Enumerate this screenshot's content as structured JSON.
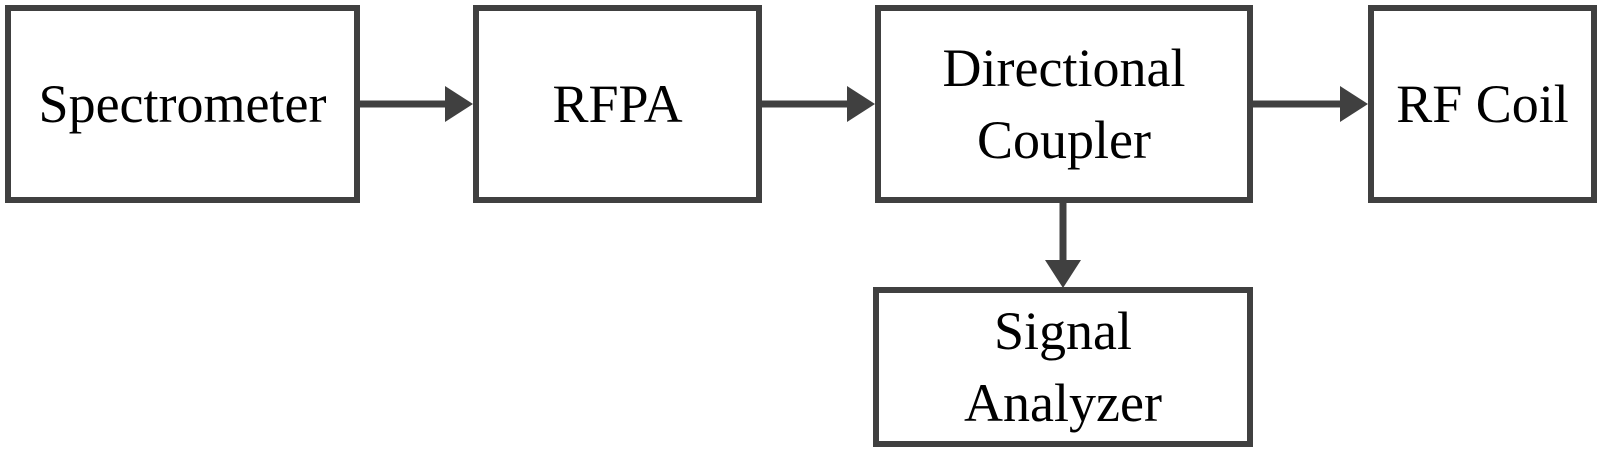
{
  "diagram": {
    "type": "block-diagram",
    "background_color": "#ffffff",
    "line_color": "#404040",
    "text_color": "#000000",
    "nodes": [
      {
        "id": "spectrometer",
        "label": "Spectrometer",
        "lines": [
          "Spectrometer"
        ]
      },
      {
        "id": "rfpa",
        "label": "RFPA",
        "lines": [
          "RFPA"
        ]
      },
      {
        "id": "directional-coupler",
        "label": "Directional Coupler",
        "lines": [
          "Directional",
          "Coupler"
        ]
      },
      {
        "id": "rf-coil",
        "label": "RF Coil",
        "lines": [
          "RF Coil"
        ]
      },
      {
        "id": "signal-analyzer",
        "label": "Signal Analyzer",
        "lines": [
          "Signal",
          "Analyzer"
        ]
      }
    ],
    "edges": [
      {
        "from": "Spectrometer",
        "to": "RFPA",
        "direction": "right"
      },
      {
        "from": "RFPA",
        "to": "Directional Coupler",
        "direction": "right"
      },
      {
        "from": "Directional Coupler",
        "to": "RF Coil",
        "direction": "right"
      },
      {
        "from": "Directional Coupler",
        "to": "Signal Analyzer",
        "direction": "down"
      }
    ]
  }
}
